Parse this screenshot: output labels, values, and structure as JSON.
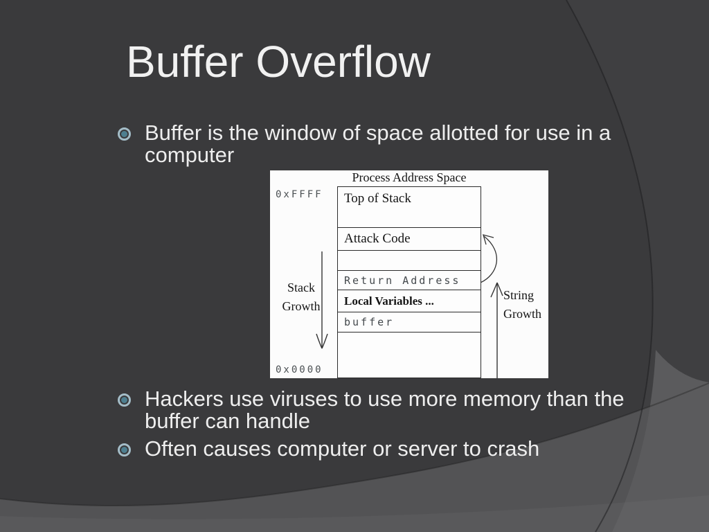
{
  "slide": {
    "title": "Buffer Overflow",
    "bullets": [
      {
        "lines": [
          "Buffer is the window of space allotted for use in a",
          "computer"
        ]
      },
      {
        "lines": [
          "Hackers use viruses to use more memory than the",
          "buffer can handle"
        ]
      },
      {
        "lines": [
          "Often causes computer or server to crash"
        ]
      }
    ]
  },
  "diagram": {
    "title": "Process Address Space",
    "address_top": "0xFFFF",
    "address_bottom": "0x0000",
    "rows": [
      "Top of Stack",
      "Attack Code",
      "",
      "Return Address",
      "Local Variables ...",
      "buffer",
      ""
    ],
    "labels": {
      "stack_growth": [
        "Stack",
        "Growth"
      ],
      "string_growth": [
        "String",
        "Growth"
      ]
    }
  },
  "colors": {
    "background": "#3a3a3c",
    "background_right": "#3f3f41",
    "swoosh_light": "#535355",
    "swoosh_corner": "#5b5b5d",
    "title_text": "#f1f1f1",
    "body_text": "#eeeeee",
    "bullet_ring": "#a4bdc8",
    "bullet_dot": "#4e7f90",
    "diagram_background": "#fcfcfc",
    "diagram_text": "#141414",
    "diagram_mono_text": "#43484c"
  }
}
